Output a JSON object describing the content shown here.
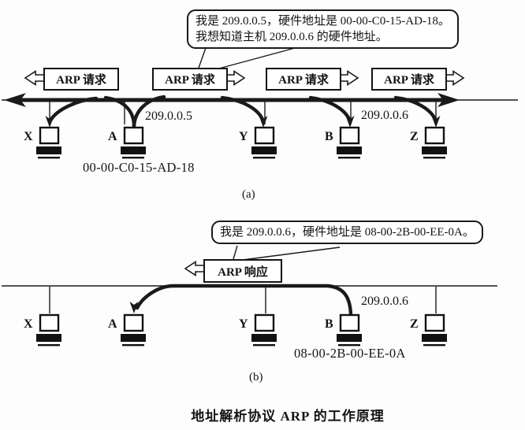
{
  "colors": {
    "ink": "#1a1a1a",
    "background": "#ffffff"
  },
  "figure": {
    "caption": "地址解析协议 ARP 的工作原理",
    "part_a": {
      "label": "(a)",
      "bubble_line1": "我是 209.0.0.5，硬件地址是 00-00-C0-15-AD-18。",
      "bubble_line2": "我想知道主机 209.0.0.6 的硬件地址。",
      "request_label": "ARP 请求",
      "source_ip": "209.0.0.5",
      "target_ip": "209.0.0.6",
      "source_mac": "00-00-C0-15-AD-18",
      "hosts": [
        "X",
        "A",
        "Y",
        "B",
        "Z"
      ]
    },
    "part_b": {
      "label": "(b)",
      "bubble_text": "我是 209.0.0.6，硬件地址是 08-00-2B-00-EE-0A。",
      "response_label": "ARP 响应",
      "responder_ip": "209.0.0.6",
      "responder_mac": "08-00-2B-00-EE-0A",
      "hosts": [
        "X",
        "A",
        "Y",
        "B",
        "Z"
      ]
    }
  }
}
